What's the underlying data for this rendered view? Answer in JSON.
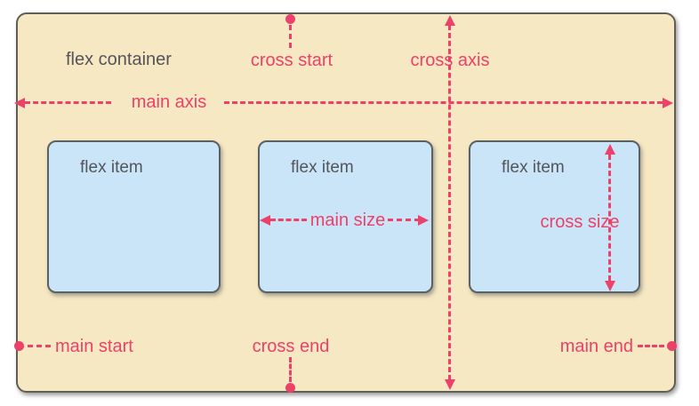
{
  "diagram": {
    "container_label": "flex container",
    "items": [
      {
        "label": "flex item"
      },
      {
        "label": "flex item"
      },
      {
        "label": "flex item"
      }
    ],
    "annotations": {
      "main_axis": "main axis",
      "cross_axis": "cross axis",
      "cross_start": "cross start",
      "cross_end": "cross end",
      "main_start": "main start",
      "main_end": "main end",
      "main_size": "main size",
      "cross_size": "cross size"
    },
    "colors": {
      "container_bg": "#F6E8C2",
      "item_bg": "#CAE5F8",
      "accent_pink": "#EC4168",
      "container_border": "#615F55",
      "item_border": "#5B6064",
      "text": "#54555B",
      "page_bg": "#FFFFFF"
    }
  }
}
